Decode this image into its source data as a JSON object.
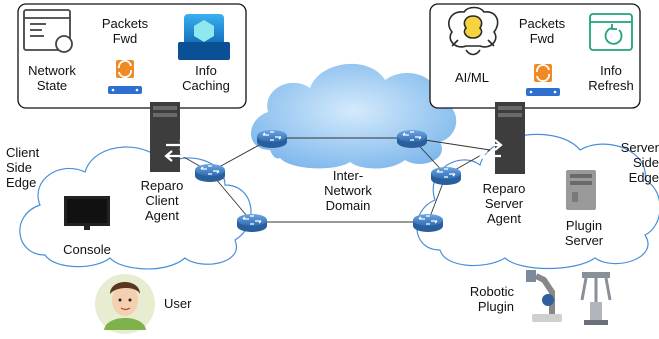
{
  "client_box": {
    "network_state": "Network\nState",
    "packets_fwd": "Packets\nFwd",
    "info_caching": "Info\nCaching"
  },
  "server_box": {
    "ai_ml": "AI/ML",
    "packets_fwd": "Packets\nFwd",
    "info_refresh": "Info\nRefresh"
  },
  "clouds": {
    "client_side_edge": "Client\nSide\nEdge",
    "inter_network_domain": "Inter-\nNetwork\nDomain",
    "server_side_edge": "Server\nSide\nEdge"
  },
  "agents": {
    "client_agent": "Reparo\nClient\nAgent",
    "server_agent": "Reparo\nServer\nAgent"
  },
  "nodes": {
    "console": "Console",
    "user": "User",
    "plugin_server": "Plugin\nServer",
    "robotic_plugin": "Robotic\nPlugin"
  },
  "colors": {
    "cloud_stroke": "#4a90d9",
    "cloud_fill_center": "#c8e4fb",
    "router_blue": "#3a78c2",
    "server_dark": "#3d3d3d",
    "orange": "#f08a24",
    "teal": "#1fa47e",
    "azure": "#1478c8"
  },
  "icons": [
    "network-state-window-icon",
    "packets-fwd-router-icon",
    "info-caching-icon",
    "ai-ml-brain-bulb-icon",
    "info-refresh-icon",
    "reparo-server-icon",
    "router-icon",
    "console-monitor-icon",
    "user-avatar-icon",
    "plugin-server-icon",
    "robotic-microscope-icon",
    "robotic-arm-icon"
  ]
}
